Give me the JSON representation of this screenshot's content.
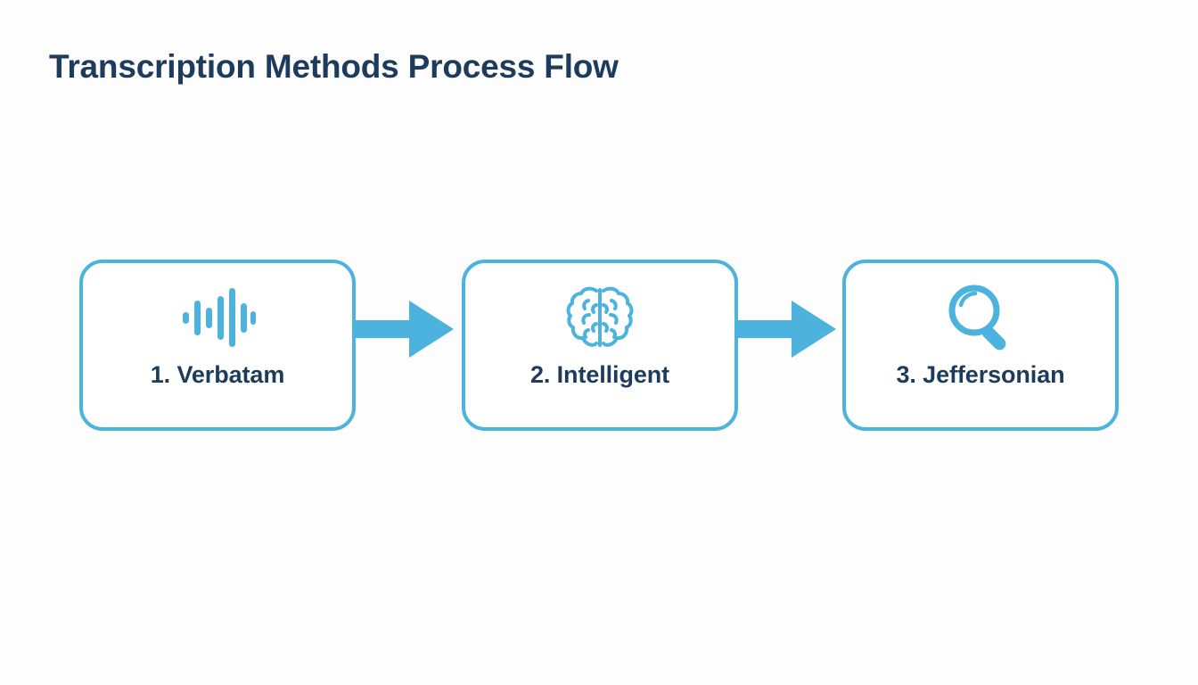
{
  "page": {
    "title": "Transcription Methods Process Flow",
    "background_color": "#fdfdfe"
  },
  "theme": {
    "accent_color": "#4bb3dd",
    "text_color": "#1d3b5c",
    "box_fill": "#ffffff",
    "border_color": "#4bb3dd"
  },
  "flow": {
    "steps": [
      {
        "label": "1. Verbatam",
        "icon": "audio-waveform-icon",
        "icon_color": "#4bb3dd"
      },
      {
        "label": "2. Intelligent",
        "icon": "brain-icon",
        "icon_color": "#4bb3dd"
      },
      {
        "label": "3. Jeffersonian",
        "icon": "magnifying-glass-icon",
        "icon_color": "#4bb3dd"
      }
    ],
    "connectors": [
      {
        "icon": "arrow-right-icon",
        "color": "#4bb3dd"
      },
      {
        "icon": "arrow-right-icon",
        "color": "#4bb3dd"
      }
    ]
  }
}
